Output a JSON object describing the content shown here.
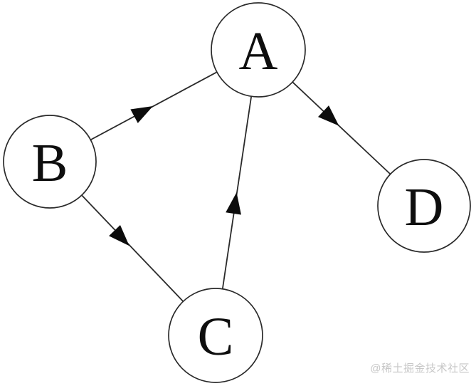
{
  "diagram": {
    "type": "directed-graph",
    "nodes": [
      {
        "id": "A",
        "label": "A",
        "position": "top-center"
      },
      {
        "id": "B",
        "label": "B",
        "position": "middle-left"
      },
      {
        "id": "C",
        "label": "C",
        "position": "bottom-center"
      },
      {
        "id": "D",
        "label": "D",
        "position": "middle-right"
      }
    ],
    "edges": [
      {
        "from": "B",
        "to": "A"
      },
      {
        "from": "B",
        "to": "C"
      },
      {
        "from": "C",
        "to": "A"
      },
      {
        "from": "A",
        "to": "D"
      }
    ],
    "colors": {
      "background": "#ffffff",
      "node_fill": "#ffffff",
      "node_stroke": "#2a2a2a",
      "edge_stroke": "#2a2a2a",
      "arrowhead_fill": "#0c0c0c",
      "label_color": "#0e0e0e",
      "watermark_color": "#c7c7c7"
    }
  },
  "watermark": {
    "text": "@稀土掘金技术社区"
  }
}
